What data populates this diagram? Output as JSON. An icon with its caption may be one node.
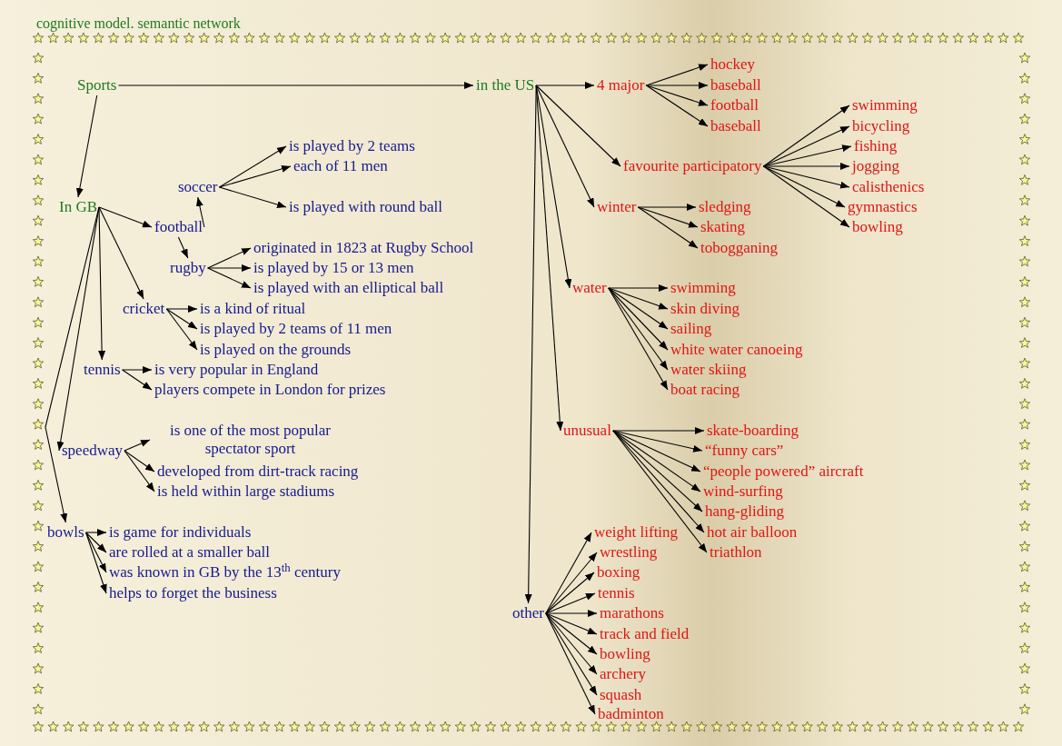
{
  "diagram": {
    "title": "cognitive model. semantic network",
    "nodes": [
      {
        "text": [
          "Sports"
        ]
      },
      {
        "text": [
          "In GB"
        ]
      },
      {
        "text": [
          "in the US"
        ]
      },
      {
        "text": [
          "soccer"
        ]
      },
      {
        "text": [
          "football"
        ]
      },
      {
        "text": [
          "rugby"
        ]
      },
      {
        "text": [
          "cricket"
        ]
      },
      {
        "text": [
          "tennis"
        ]
      },
      {
        "text": [
          "speedway"
        ]
      },
      {
        "text": [
          "bowls"
        ]
      },
      {
        "text": [
          "is played by 2 teams"
        ]
      },
      {
        "text": [
          "each of 11 men"
        ]
      },
      {
        "text": [
          "is played with round ball"
        ]
      },
      {
        "text": [
          "originated in 1823 at Rugby School"
        ]
      },
      {
        "text": [
          "is played by 15 or 13 men"
        ]
      },
      {
        "text": [
          "is played with an elliptical ball"
        ]
      },
      {
        "text": [
          "is a kind of ritual"
        ]
      },
      {
        "text": [
          "is played by 2 teams of 11 men"
        ]
      },
      {
        "text": [
          "is played on the grounds"
        ]
      },
      {
        "text": [
          "is very popular in England"
        ]
      },
      {
        "text": [
          "players compete in London for prizes"
        ]
      },
      {
        "text": [
          "is one of the most popular spectator sport"
        ]
      },
      {
        "text": [
          "developed from dirt-track racing"
        ]
      },
      {
        "text": [
          "is held within large stadiums"
        ]
      },
      {
        "text": [
          "is game for individuals"
        ]
      },
      {
        "text": [
          "are rolled at a smaller ball"
        ]
      },
      {
        "text": [
          "was known in GB by the 13$^{th}$ century"
        ]
      },
      {
        "text": [
          "helps to forget the business"
        ]
      },
      {
        "text": [
          "4 major"
        ]
      },
      {
        "text": [
          "hockey"
        ]
      },
      {
        "text": [
          "baseball"
        ]
      },
      {
        "text": [
          "football"
        ]
      },
      {
        "text": [
          "baseball"
        ]
      },
      {
        "text": [
          "favourite participatory"
        ]
      },
      {
        "text": [
          "swimming"
        ]
      },
      {
        "text": [
          "bicycling"
        ]
      },
      {
        "text": [
          "fishing"
        ]
      },
      {
        "text": [
          "jogging"
        ]
      },
      {
        "text": [
          "calisthenics"
        ]
      },
      {
        "text": [
          "gymnastics"
        ]
      },
      {
        "text": [
          "bowling"
        ]
      },
      {
        "text": [
          "winter"
        ]
      },
      {
        "text": [
          "sledging"
        ]
      },
      {
        "text": [
          "skating"
        ]
      },
      {
        "text": [
          "tobogganing"
        ]
      },
      {
        "text": [
          "water"
        ]
      },
      {
        "text": [
          "swimming"
        ]
      },
      {
        "text": [
          "skin diving"
        ]
      },
      {
        "text": [
          "sailing"
        ]
      },
      {
        "text": [
          "white water canoeing"
        ]
      },
      {
        "text": [
          "water skiing"
        ]
      },
      {
        "text": [
          "boat racing"
        ]
      },
      {
        "text": [
          "unusual"
        ]
      },
      {
        "text": [
          "skate-boarding"
        ]
      },
      {
        "text": [
          "“funny cars”"
        ]
      },
      {
        "text": [
          "“people powered” aircraft"
        ]
      },
      {
        "text": [
          "wind-surfing"
        ]
      },
      {
        "text": [
          "hang-gliding"
        ]
      },
      {
        "text": [
          "hot air balloon"
        ]
      },
      {
        "text": [
          "triathlon"
        ]
      },
      {
        "text": [
          "other"
        ]
      },
      {
        "text": [
          "weight lifting"
        ]
      },
      {
        "text": [
          "wrestling"
        ]
      },
      {
        "text": [
          "boxing"
        ]
      },
      {
        "text": [
          "tennis"
        ]
      },
      {
        "text": [
          "marathons"
        ]
      },
      {
        "text": [
          "track and field"
        ]
      },
      {
        "text": [
          "bowling"
        ]
      },
      {
        "text": [
          "archery"
        ]
      },
      {
        "text": [
          "squash"
        ]
      },
      {
        "text": [
          "badminton"
        ]
      }
    ],
    "edges": [
      {
        "from": 0,
        "to": 2,
        "arrow": "to"
      },
      {
        "from": 0,
        "to": 1,
        "arrow": "to"
      },
      {
        "from": 1,
        "to": 4,
        "arrow": "to"
      },
      {
        "from": 1,
        "to": 6,
        "arrow": "to"
      },
      {
        "from": 1,
        "to": 7,
        "arrow": "to"
      },
      {
        "from": 1,
        "to": 8,
        "arrow": "to"
      },
      {
        "from": 1,
        "to": 9,
        "arrow": "to"
      },
      {
        "from": 4,
        "to": 3,
        "arrow": "to"
      },
      {
        "from": 4,
        "to": 5,
        "arrow": "to"
      },
      {
        "from": 3,
        "to": 10,
        "arrow": "to"
      },
      {
        "from": 3,
        "to": 11,
        "arrow": "to"
      },
      {
        "from": 3,
        "to": 12,
        "arrow": "to"
      },
      {
        "from": 5,
        "to": 13,
        "arrow": "to"
      },
      {
        "from": 5,
        "to": 14,
        "arrow": "to"
      },
      {
        "from": 5,
        "to": 15,
        "arrow": "to"
      },
      {
        "from": 6,
        "to": 16,
        "arrow": "to"
      },
      {
        "from": 6,
        "to": 17,
        "arrow": "to"
      },
      {
        "from": 6,
        "to": 18,
        "arrow": "to"
      },
      {
        "from": 7,
        "to": 19,
        "arrow": "to"
      },
      {
        "from": 7,
        "to": 20,
        "arrow": "to"
      },
      {
        "from": 8,
        "to": 21,
        "arrow": "to"
      },
      {
        "from": 8,
        "to": 22,
        "arrow": "to"
      },
      {
        "from": 8,
        "to": 23,
        "arrow": "to"
      },
      {
        "from": 9,
        "to": 24,
        "arrow": "to"
      },
      {
        "from": 9,
        "to": 25,
        "arrow": "to"
      },
      {
        "from": 9,
        "to": 26,
        "arrow": "to"
      },
      {
        "from": 9,
        "to": 27,
        "arrow": "to"
      },
      {
        "from": 2,
        "to": 28,
        "arrow": "to"
      },
      {
        "from": 2,
        "to": 33,
        "arrow": "to"
      },
      {
        "from": 2,
        "to": 41,
        "arrow": "to"
      },
      {
        "from": 2,
        "to": 45,
        "arrow": "to"
      },
      {
        "from": 2,
        "to": 52,
        "arrow": "to"
      },
      {
        "from": 2,
        "to": 60,
        "arrow": "to"
      },
      {
        "from": 28,
        "to": 29,
        "arrow": "to"
      },
      {
        "from": 28,
        "to": 30,
        "arrow": "to"
      },
      {
        "from": 28,
        "to": 31,
        "arrow": "to"
      },
      {
        "from": 28,
        "to": 32,
        "arrow": "to"
      },
      {
        "from": 33,
        "to": 34,
        "arrow": "to"
      },
      {
        "from": 33,
        "to": 35,
        "arrow": "to"
      },
      {
        "from": 33,
        "to": 36,
        "arrow": "to"
      },
      {
        "from": 33,
        "to": 37,
        "arrow": "to"
      },
      {
        "from": 33,
        "to": 38,
        "arrow": "to"
      },
      {
        "from": 33,
        "to": 39,
        "arrow": "to"
      },
      {
        "from": 33,
        "to": 40,
        "arrow": "to"
      },
      {
        "from": 41,
        "to": 42,
        "arrow": "to"
      },
      {
        "from": 41,
        "to": 43,
        "arrow": "to"
      },
      {
        "from": 41,
        "to": 44,
        "arrow": "to"
      },
      {
        "from": 45,
        "to": 46,
        "arrow": "to"
      },
      {
        "from": 45,
        "to": 47,
        "arrow": "to"
      },
      {
        "from": 45,
        "to": 48,
        "arrow": "to"
      },
      {
        "from": 45,
        "to": 49,
        "arrow": "to"
      },
      {
        "from": 45,
        "to": 50,
        "arrow": "to"
      },
      {
        "from": 45,
        "to": 51,
        "arrow": "to"
      },
      {
        "from": 52,
        "to": 53,
        "arrow": "to"
      },
      {
        "from": 52,
        "to": 54,
        "arrow": "to"
      },
      {
        "from": 52,
        "to": 55,
        "arrow": "to"
      },
      {
        "from": 52,
        "to": 56,
        "arrow": "to"
      },
      {
        "from": 52,
        "to": 57,
        "arrow": "to"
      },
      {
        "from": 52,
        "to": 58,
        "arrow": "to"
      },
      {
        "from": 52,
        "to": 59,
        "arrow": "to"
      },
      {
        "from": 60,
        "to": 61,
        "arrow": "to"
      },
      {
        "from": 60,
        "to": 62,
        "arrow": "to"
      },
      {
        "from": 60,
        "to": 63,
        "arrow": "to"
      },
      {
        "from": 60,
        "to": 64,
        "arrow": "to"
      },
      {
        "from": 60,
        "to": 65,
        "arrow": "to"
      },
      {
        "from": 60,
        "to": 66,
        "arrow": "to"
      },
      {
        "from": 60,
        "to": 67,
        "arrow": "to"
      },
      {
        "from": 60,
        "to": 68,
        "arrow": "to"
      },
      {
        "from": 60,
        "to": 69,
        "arrow": "to"
      },
      {
        "from": 60,
        "to": 70,
        "arrow": "to"
      }
    ]
  }
}
